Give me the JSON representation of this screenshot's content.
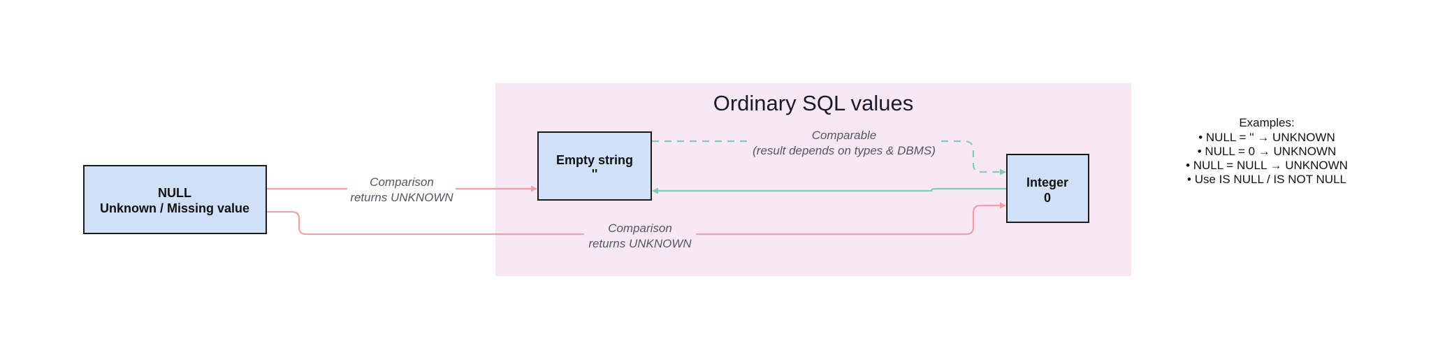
{
  "colors": {
    "cluster_fill": "#f7e8f4",
    "node_fill": "#d0e0f7",
    "node_stroke": "#1a1a1a",
    "edge_red": "#f2a0a8",
    "edge_teal": "#86c9bd"
  },
  "cluster": {
    "title": "Ordinary SQL values"
  },
  "nodes": {
    "null": {
      "line1": "NULL",
      "line2": "Unknown / Missing value"
    },
    "empty_string": {
      "line1": "Empty string",
      "line2": "''"
    },
    "integer": {
      "line1": "Integer",
      "line2": "0"
    }
  },
  "edges": {
    "null_to_empty": {
      "line1": "Comparison",
      "line2": "returns UNKNOWN"
    },
    "null_to_integer": {
      "line1": "Comparison",
      "line2": "returns UNKNOWN"
    },
    "empty_to_integer": {
      "line1": "Comparable",
      "line2": "(result depends on types & DBMS)"
    }
  },
  "note": {
    "title": "Examples:",
    "lines": [
      "• NULL = '' → UNKNOWN",
      "• NULL = 0 → UNKNOWN",
      "• NULL = NULL → UNKNOWN",
      "• Use IS NULL / IS NOT NULL"
    ]
  }
}
